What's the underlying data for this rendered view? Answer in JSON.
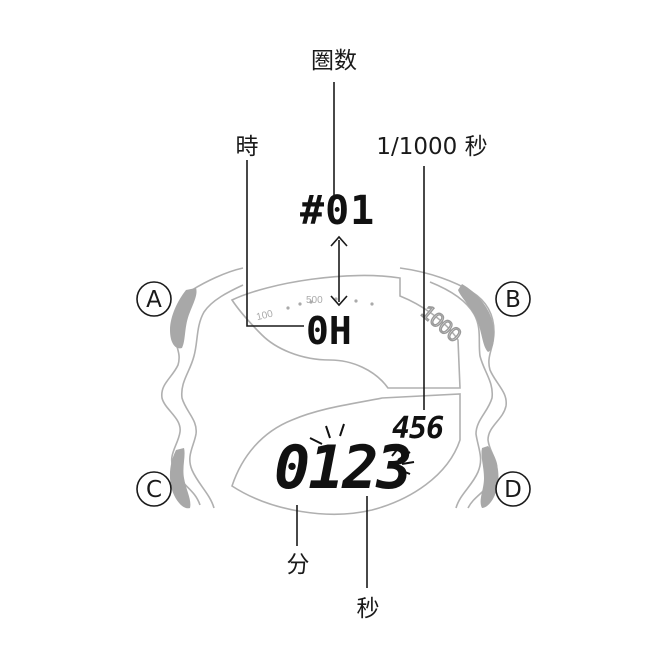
{
  "labels": {
    "lap_count": "圏数",
    "hour": "時",
    "thousandths": "1/1000 秒",
    "minute": "分",
    "second": "秒"
  },
  "buttons": {
    "a": "A",
    "b": "B",
    "c": "C",
    "d": "D"
  },
  "display": {
    "lap": "#01",
    "hour": "0H",
    "main": "0123",
    "sub": "456"
  },
  "bezel": {
    "scale_100": "100",
    "scale_500": "500",
    "scale_1000": "1000"
  },
  "colors": {
    "outline": "#b0b0b0",
    "pusher": "#a8a8a8",
    "ink": "#1a1a1a"
  }
}
